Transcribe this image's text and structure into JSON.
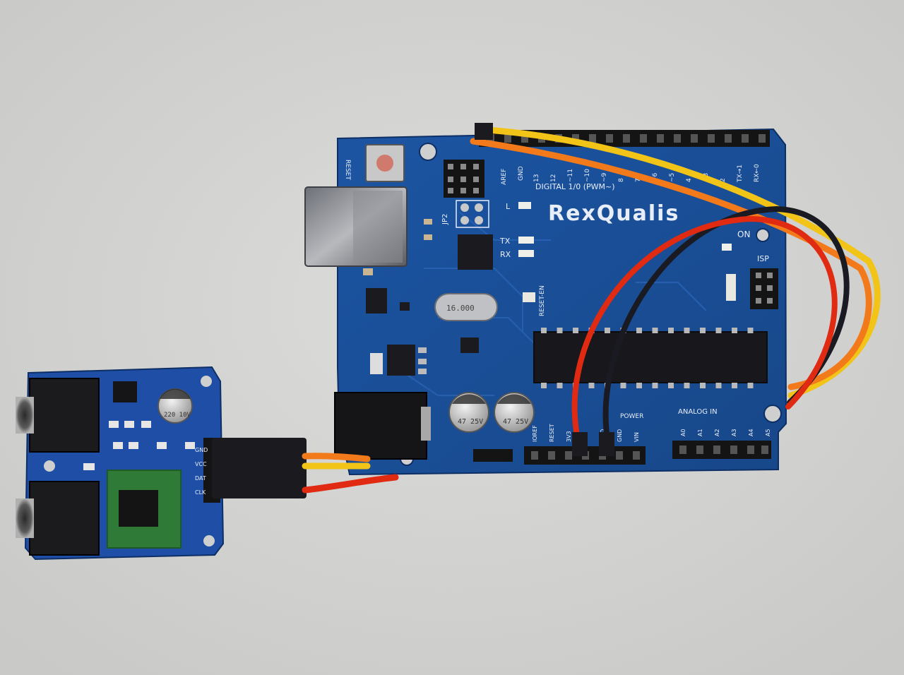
{
  "photo": {
    "board": {
      "brand": "RexQualis",
      "digital_header_label": "DIGITAL 1/0 (PWM~)",
      "aref_label": "AREF",
      "gnd_label": "GND",
      "pin_numbers": [
        "13",
        "12",
        "~11",
        "~10",
        "~9",
        "8",
        "7",
        "~6",
        "~5",
        "4",
        "~3",
        "2",
        "TX→1",
        "RX←0"
      ],
      "jumper_label": "JP2",
      "led_l": "L",
      "led_tx": "TX",
      "led_rx": "RX",
      "on_label": "ON",
      "isp_label": "ISP",
      "reset_label": "RESET",
      "reset_en_label": "RESET-EN",
      "power_header_label": "POWER",
      "analog_header_label": "ANALOG IN",
      "power_pins": [
        "IOREF",
        "RESET",
        "3V3",
        "5V",
        "GND",
        "GND",
        "VIN"
      ],
      "analog_pins": [
        "A0",
        "A1",
        "A2",
        "A3",
        "A4",
        "A5"
      ],
      "cap_label_1": "47 25V",
      "cap_label_2": "47 25V",
      "crystal_label": "16.000"
    },
    "module": {
      "cap_label": "220 10V",
      "header_labels": [
        "GND",
        "VCC",
        "DAT",
        "CLK"
      ]
    },
    "colors": {
      "background": "#d6d6d4",
      "pcb_blue": "#1a4f9a",
      "wire_yellow": "#f2c418",
      "wire_orange": "#f27a1a",
      "wire_red": "#e02a12",
      "wire_black": "#1a1a22"
    }
  }
}
